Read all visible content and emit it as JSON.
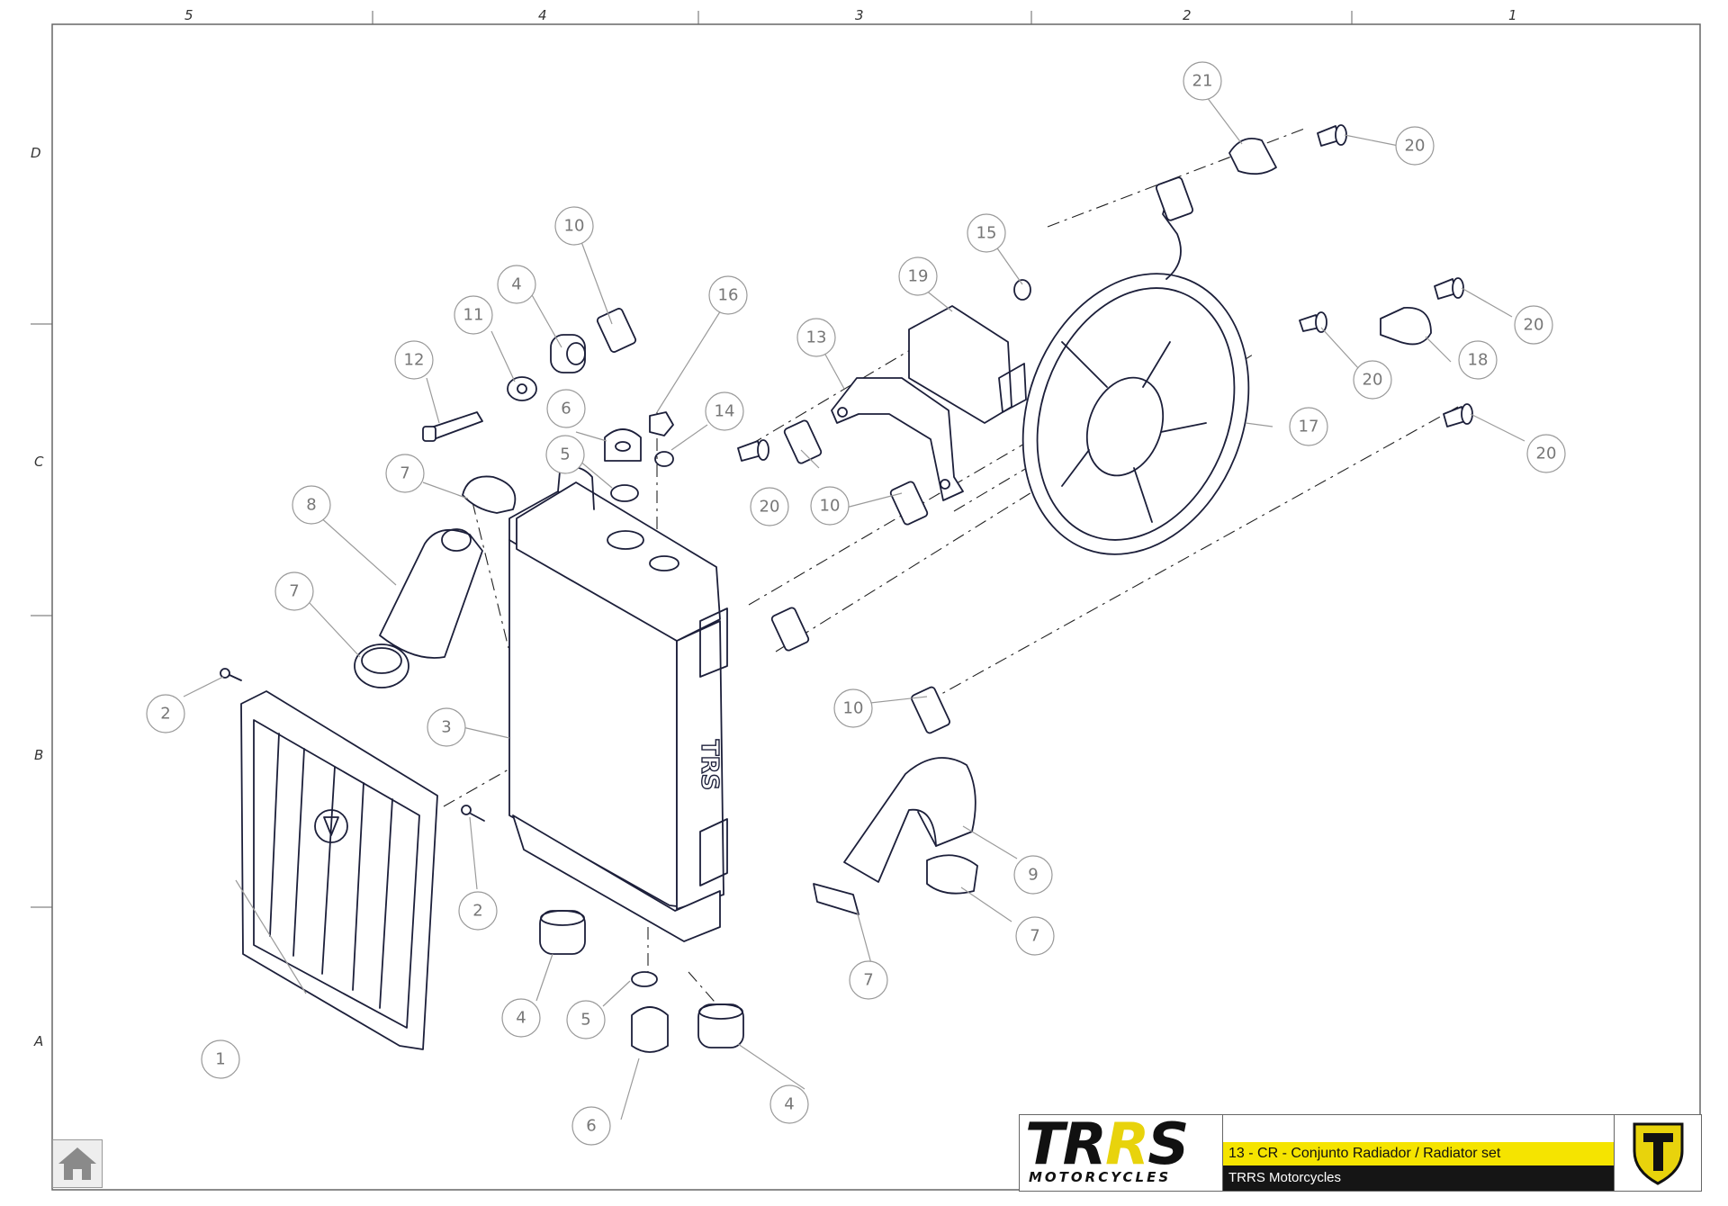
{
  "zone_columns": [
    "5",
    "4",
    "3",
    "2",
    "1"
  ],
  "zone_rows": [
    "D",
    "C",
    "B",
    "A"
  ],
  "callouts": {
    "c1": "1",
    "c2a": "2",
    "c2b": "2",
    "c3": "3",
    "c4a": "4",
    "c4b": "4",
    "c4c": "4",
    "c5a": "5",
    "c5b": "5",
    "c6a": "6",
    "c6b": "6",
    "c7a": "7",
    "c7b": "7",
    "c7c": "7",
    "c7d": "7",
    "c8": "8",
    "c9": "9",
    "c10a": "10",
    "c10b": "10",
    "c10c": "10",
    "c11": "11",
    "c12": "12",
    "c13": "13",
    "c14": "14",
    "c15": "15",
    "c16": "16",
    "c17": "17",
    "c18": "18",
    "c19": "19",
    "c20a": "20",
    "c20b": "20",
    "c20c": "20",
    "c20d": "20",
    "c20e": "20",
    "c21": "21"
  },
  "radiator_brand": "TRS",
  "title_block": {
    "logo_text": "TRRS",
    "logo_subtext": "MOTORCYCLES",
    "title": "13 - CR - Conjunto Radiador / Radiator set",
    "subtitle": "TRRS Motorcycles"
  },
  "icons": [
    "home-icon",
    "trrs-emblem-icon"
  ]
}
